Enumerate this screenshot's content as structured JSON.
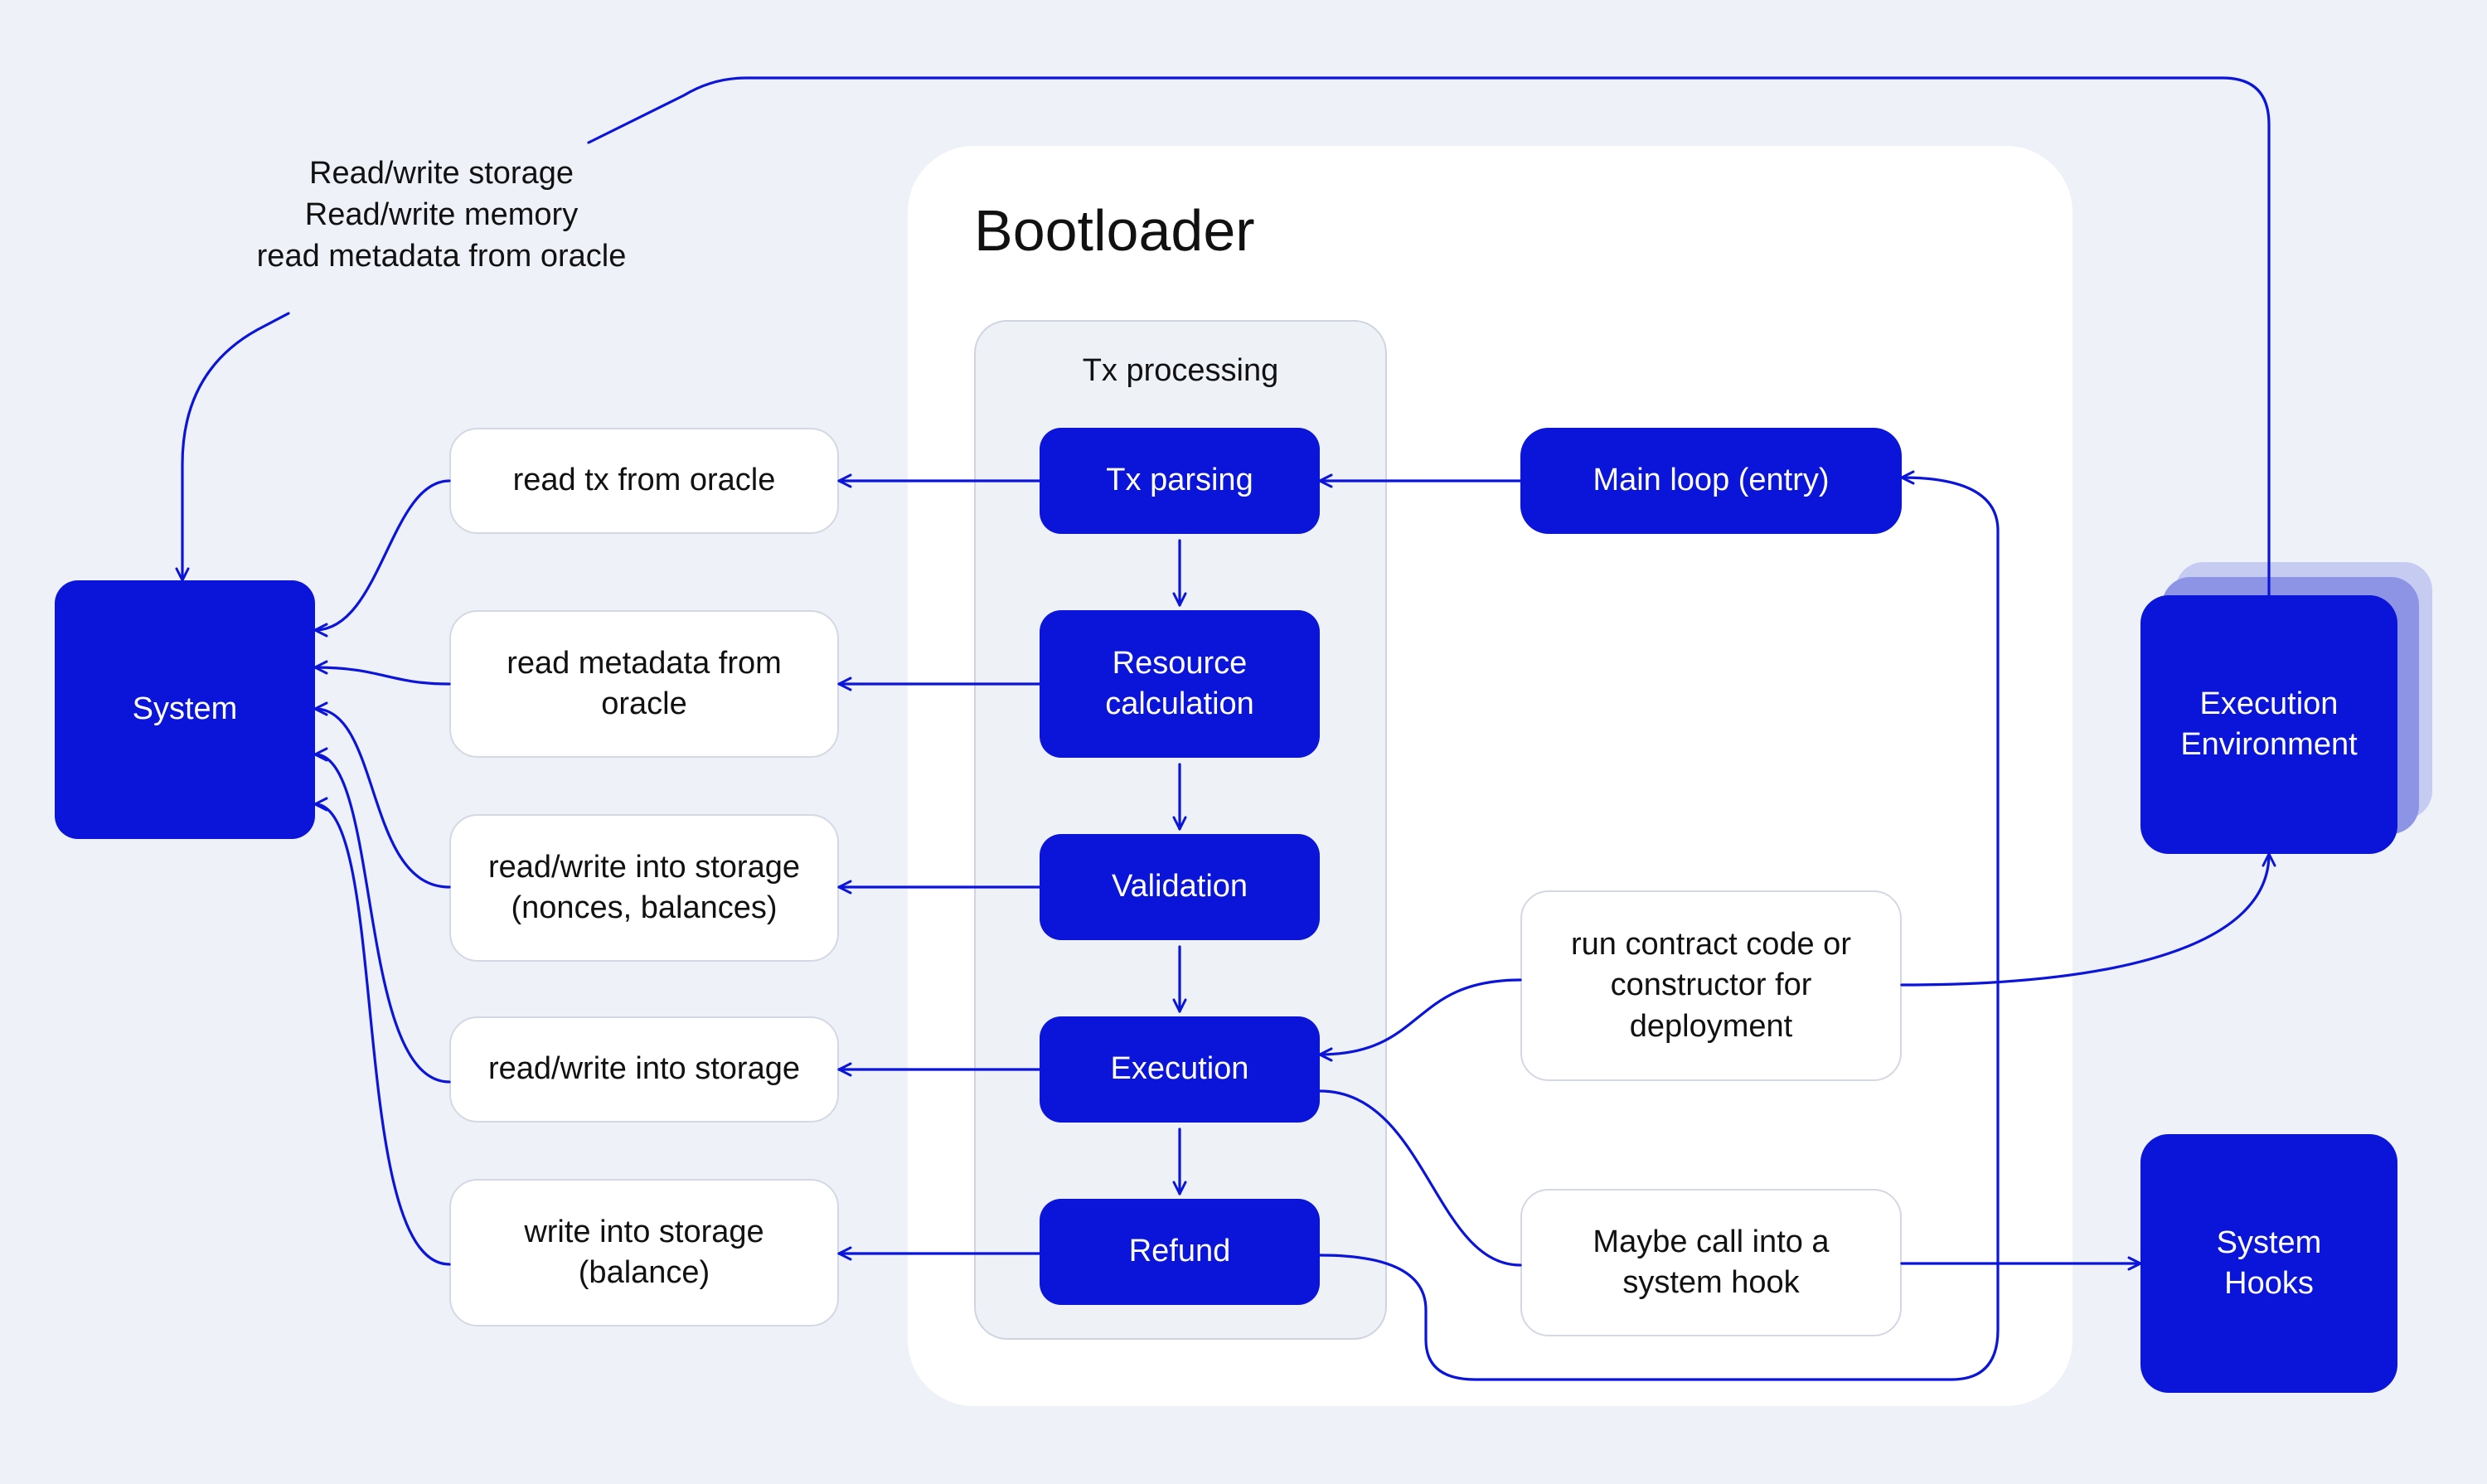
{
  "system": {
    "label": "System"
  },
  "bootloader": {
    "title": "Bootloader"
  },
  "tx_processing": {
    "title": "Tx processing",
    "stages": {
      "parsing": "Tx parsing",
      "resource": "Resource\ncalculation",
      "validation": "Validation",
      "execution": "Execution",
      "refund": "Refund"
    }
  },
  "main_loop": {
    "label": "Main loop (entry)"
  },
  "oracle_ops": {
    "read_tx": "read tx from oracle",
    "read_metadata": "read metadata from\noracle",
    "rw_nonces": "read/write into storage\n(nonces, balances)",
    "rw_storage": "read/write into storage",
    "write_balance": "write into storage\n(balance)"
  },
  "run_contract": {
    "label": "run contract code or\nconstructor for\ndeployment"
  },
  "maybe_hook": {
    "label": "Maybe call into a\nsystem hook"
  },
  "execution_env": {
    "label": "Execution\nEnvironment"
  },
  "system_hooks": {
    "label": "System\nHooks"
  },
  "ee_annotation": {
    "text": "Read/write storage\nRead/write memory\nread metadata from oracle"
  },
  "colors": {
    "accent": "#0b14d9",
    "background": "#eef2f8",
    "panel": "#ffffff",
    "tx_panel": "#eef1f6",
    "stack_light": "#c6cbf2",
    "stack_mid": "#8d94e6"
  }
}
